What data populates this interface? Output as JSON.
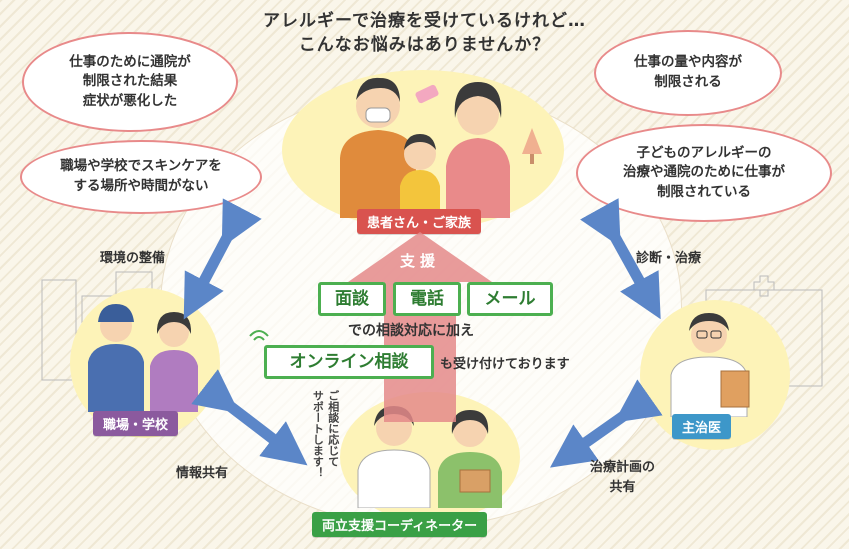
{
  "header": {
    "line1": "アレルギーで治療を受けているけれど…",
    "line2": "こんなお悩みはありませんか？"
  },
  "worries": {
    "w1": "仕事のために通院が\n制限された結果\n症状が悪化した",
    "w2": "職場や学校でスキンケアを\nする場所や時間がない",
    "w3": "仕事の量や内容が\n制限される",
    "w4": "子どものアレルギーの\n治療や通院のために仕事が\n制限されている"
  },
  "nodes": {
    "patient": "患者さん・ご家族",
    "workplace": "職場・学校",
    "doctor": "主治医",
    "coordinator": "両立支援コーディネーター"
  },
  "edges": {
    "env": "環境の整備",
    "diag": "診断・治療",
    "info": "情報共有",
    "plan": "治療計画の\n共有"
  },
  "support": {
    "label": "支援",
    "ch1": "面談",
    "ch2": "電話",
    "ch3": "メール",
    "line1": "での相談対応に加え",
    "online": "オンライン相談",
    "line2": "も受け付けております",
    "note": "ご相談に応じて\nサポートします！"
  },
  "colors": {
    "patient": "#d9534f",
    "workplace": "#8b5a9e",
    "doctor": "#3d97c9",
    "coordinator": "#3aa046",
    "arrow": "#5b86c8",
    "support_arrow": "#e48a8a"
  }
}
